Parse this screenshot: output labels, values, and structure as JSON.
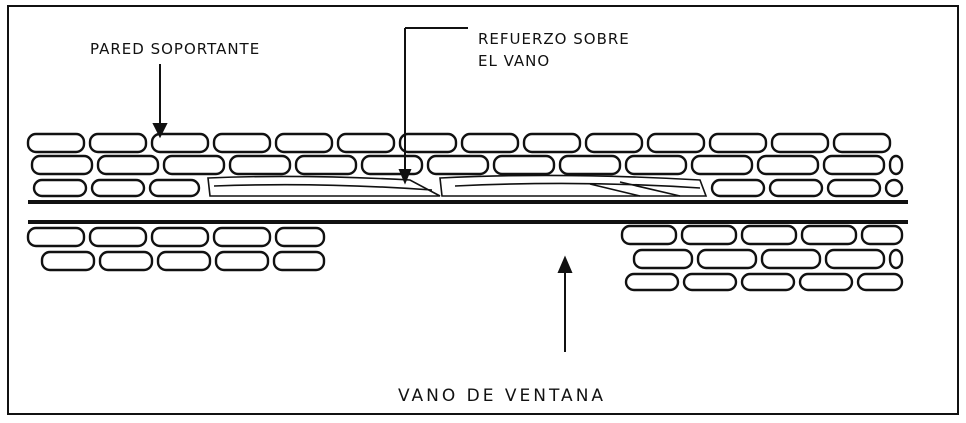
{
  "labels": {
    "wall": "PARED SOPORTANTE",
    "reinforcement_line1": "REFUERZO SOBRE",
    "reinforcement_line2": "EL VANO",
    "opening": "VANO DE VENTANA"
  },
  "colors": {
    "ink": "#111111",
    "paper": "#ffffff"
  }
}
